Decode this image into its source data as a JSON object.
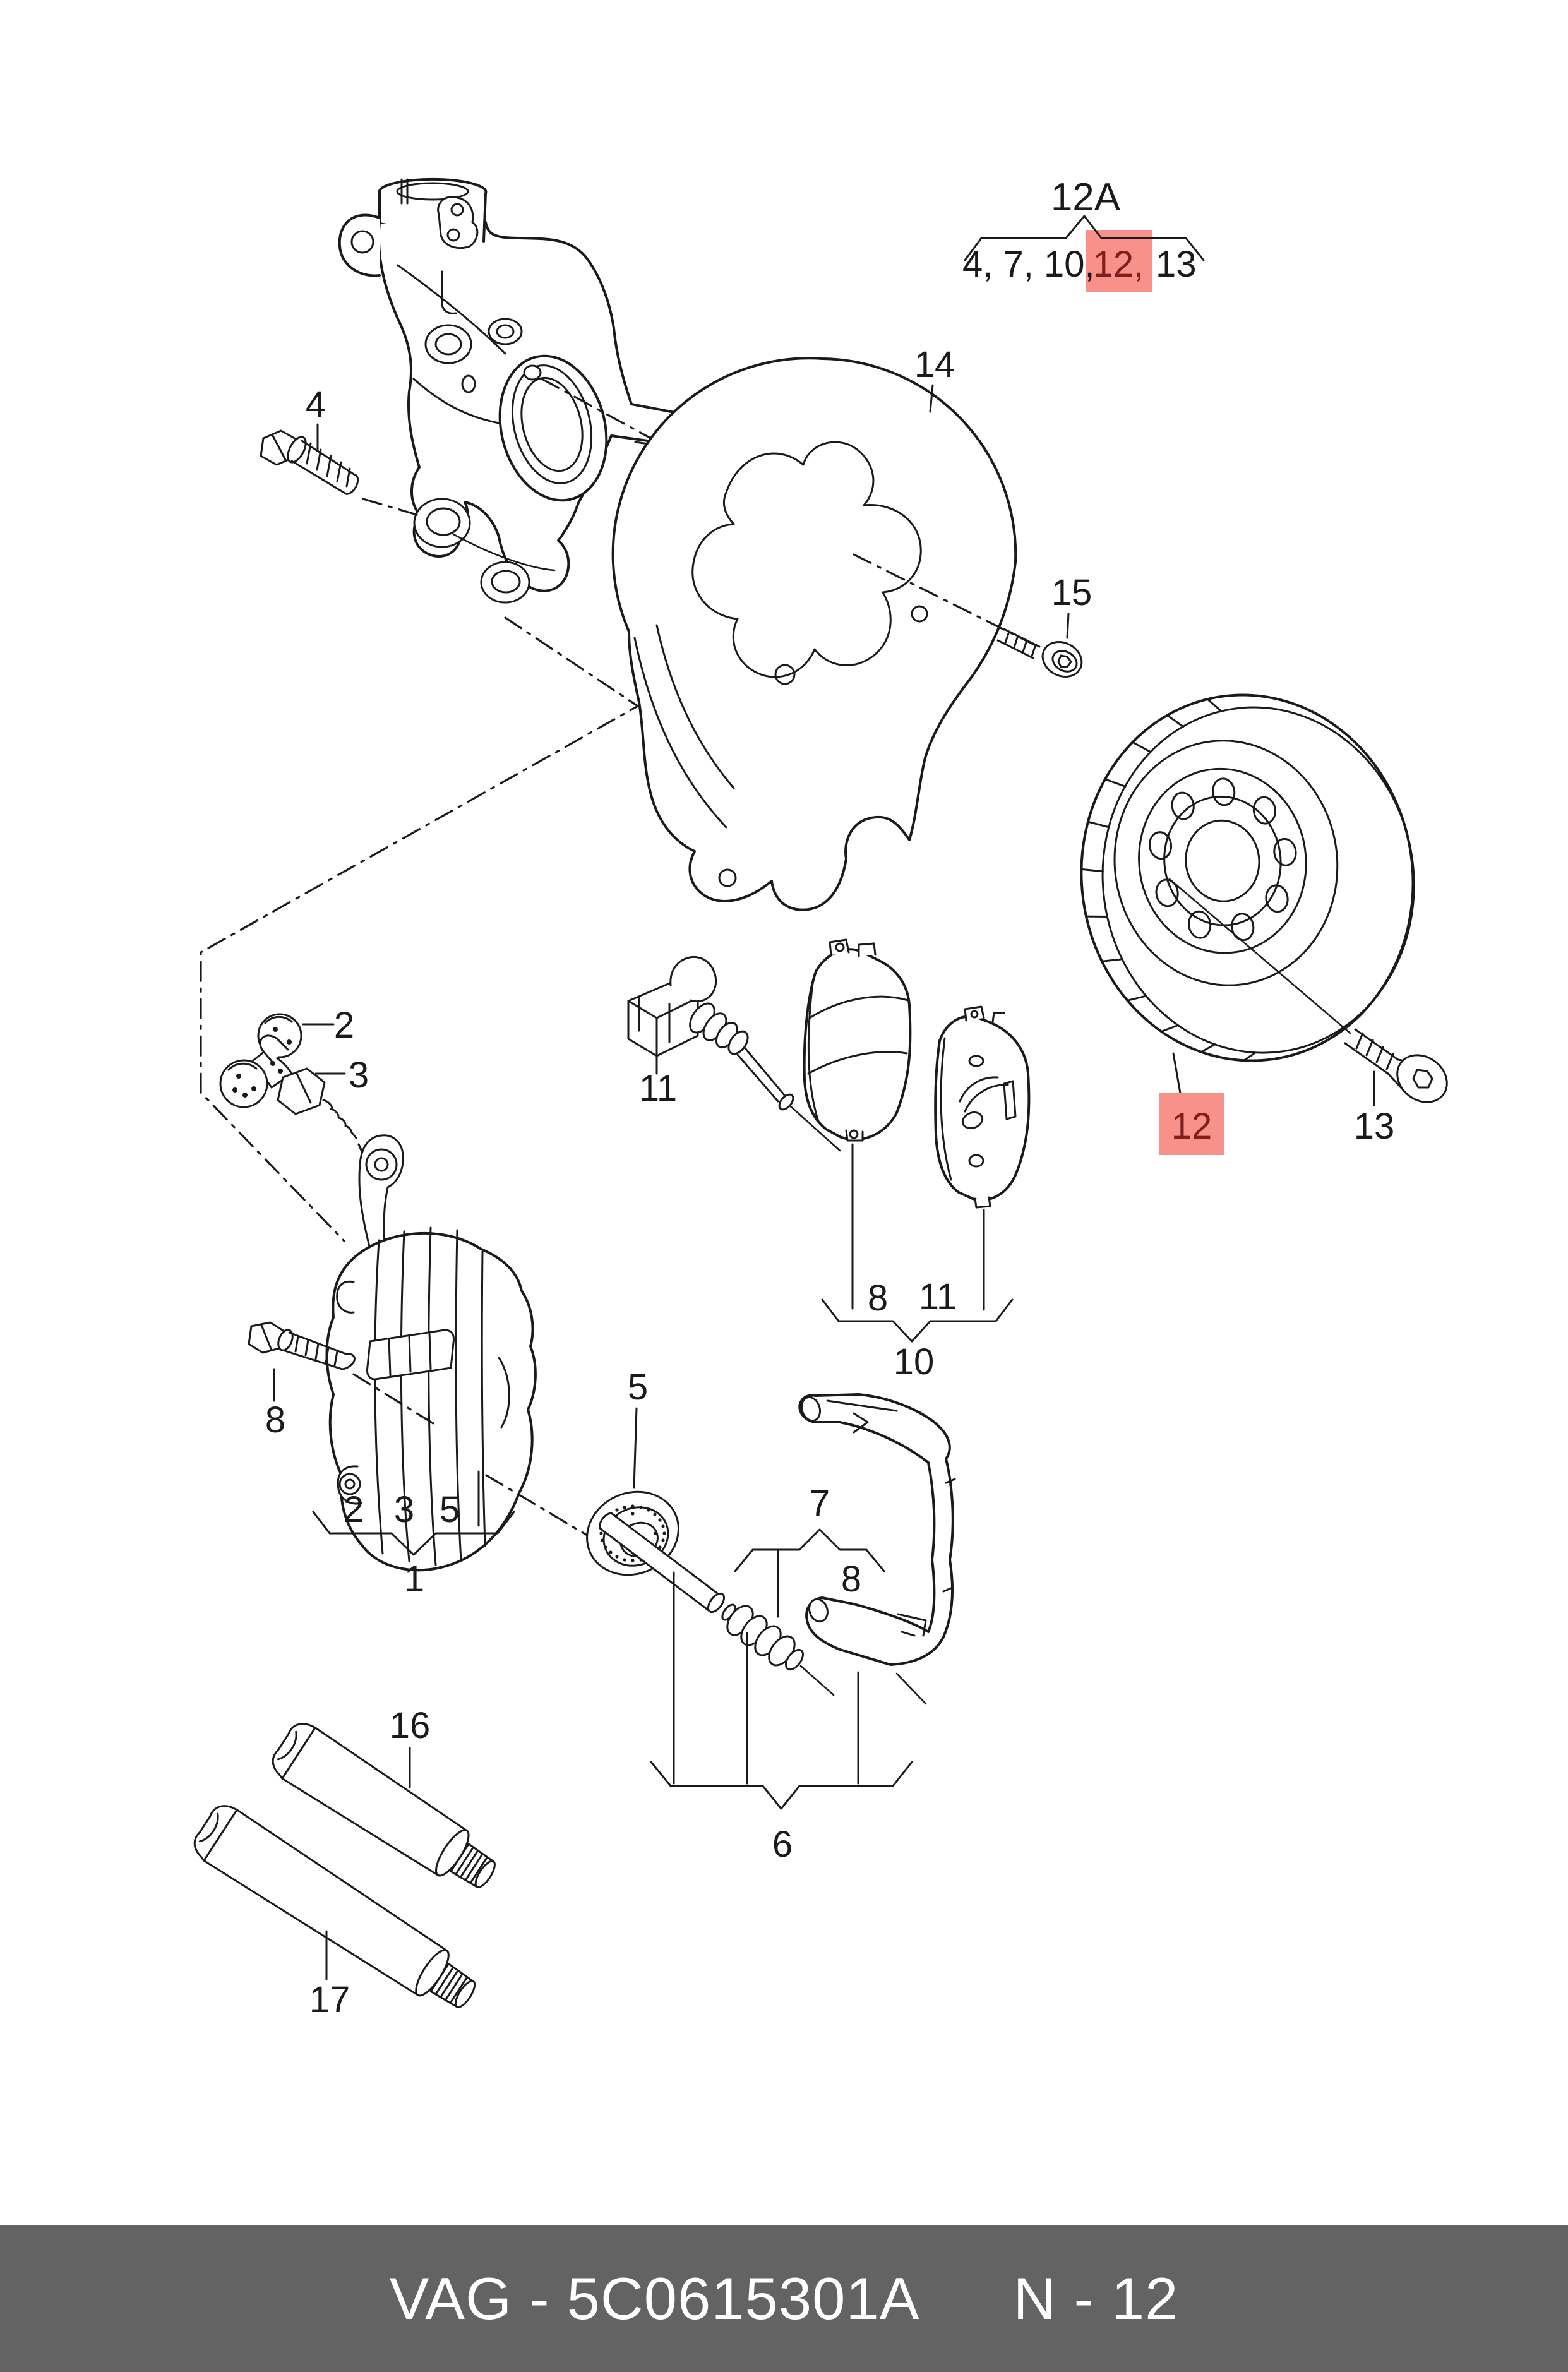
{
  "colors": {
    "ink": "#1a1a1a",
    "highlight_bg": "#f8918a",
    "highlight_text": "#7c1f1d",
    "footer_bg": "#636363",
    "footer_text": "#ffffff",
    "paper": "#ffffff"
  },
  "ref_group": {
    "label": "12A",
    "prefix": "4, 7, 10,",
    "highlight": "12,",
    "suffix": "13"
  },
  "callouts": {
    "knuckle_bolt": "4",
    "shield": "14",
    "shield_screw": "15",
    "dust_caps": "2",
    "bleeder_valve": "3",
    "sensor": "11",
    "brake_disc": "12",
    "disc_screw": "13",
    "pad_fix": "8",
    "pad_sensor": "11",
    "pads_set": "10",
    "guide_bolt": "8",
    "piston_boot": "5",
    "caliper_sub_a": "2",
    "caliper_sub_b": "3",
    "caliper_sub_c": "5",
    "caliper_set": "1",
    "pin_set": "7",
    "pin_bolt": "8",
    "mount_kit": "6",
    "grease_tube_upper": "16",
    "grease_tube_lower": "17"
  },
  "footer": {
    "catalog_code": "VAG - 5C0615301A",
    "page_code": "N - 12"
  }
}
